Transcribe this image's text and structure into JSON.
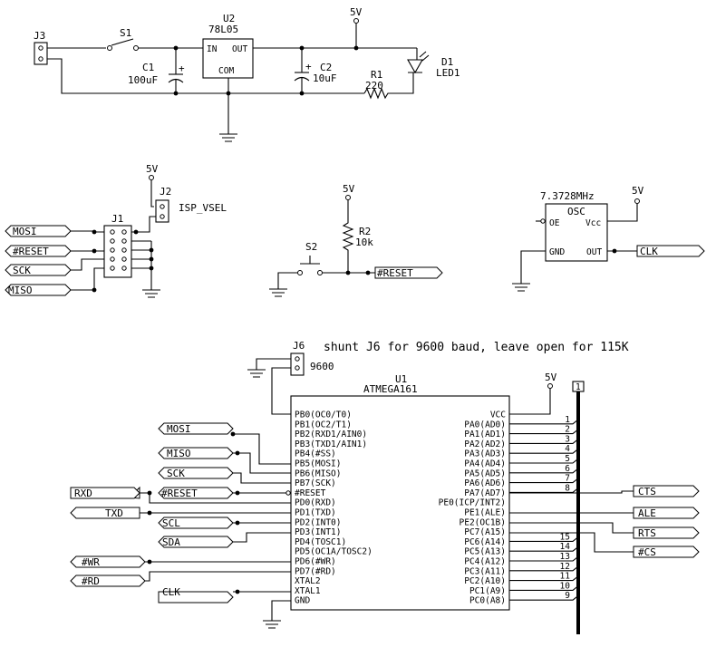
{
  "refs": {
    "j3": "J3",
    "s1": "S1",
    "u2": "U2",
    "u2_part": "78L05",
    "u2_in": "IN",
    "u2_out": "OUT",
    "u2_com": "COM",
    "c1": "C1",
    "c1_val": "100uF",
    "c2": "C2",
    "c2_val": "10uF",
    "r1": "R1",
    "r1_val": "220",
    "d1": "D1",
    "d1_val": "LED1",
    "vcc_top": "5V",
    "vcc_j2": "5V",
    "j2": "J2",
    "j2_val": "ISP_VSEL",
    "j1": "J1",
    "vcc_r2": "5V",
    "r2": "R2",
    "r2_val": "10k",
    "s2": "S2",
    "osc_freq": "7.3728MHz",
    "osc": "OSC",
    "osc_oe": "OE",
    "osc_vcc": "Vcc",
    "osc_gnd": "GND",
    "osc_out": "OUT",
    "vcc_osc": "5V",
    "j6": "J6",
    "j6_val": "9600",
    "note": "shunt J6 for 9600 baud, leave open for 115K",
    "u1": "U1",
    "u1_part": "ATMEGA161",
    "vcc_u1": "5V",
    "bus_mark": "1"
  },
  "ports": {
    "mosi": "MOSI",
    "reset": "#RESET",
    "sck": "SCK",
    "miso": "MISO",
    "reset_s2": "#RESET",
    "clk": "CLK",
    "u_mosi": "MOSI",
    "u_miso": "MISO",
    "u_sck": "SCK",
    "u_reset": "#RESET",
    "rxd": "RXD",
    "txd": "TXD",
    "scl": "SCL",
    "sda": "SDA",
    "wr": "#WR",
    "rd": "#RD",
    "u_clk": "CLK",
    "cts": "CTS",
    "ale": "ALE",
    "rts": "RTS",
    "cs": "#CS"
  },
  "u1_left": [
    "PB0(OC0/T0)",
    "PB1(OC2/T1)",
    "PB2(RXD1/AIN0)",
    "PB3(TXD1/AIN1)",
    "PB4(#SS)",
    "PB5(MOSI)",
    "PB6(MISO)",
    "PB7(SCK)",
    "#RESET",
    "PD0(RXD)",
    "PD1(TXD)",
    "PD2(INT0)",
    "PD3(INT1)",
    "PD4(TOSC1)",
    "PD5(OC1A/TOSC2)",
    "PD6(#WR)",
    "PD7(#RD)",
    "XTAL2",
    "XTAL1",
    "GND"
  ],
  "u1_right": [
    "VCC",
    "PA0(AD0)",
    "PA1(AD1)",
    "PA2(AD2)",
    "PA3(AD3)",
    "PA4(AD4)",
    "PA5(AD5)",
    "PA6(AD6)",
    "PA7(AD7)",
    "PE0(ICP/INT2)",
    "PE1(ALE)",
    "PE2(OC1B)",
    "PC7(A15)",
    "PC6(A14)",
    "PC5(A13)",
    "PC4(A12)",
    "PC3(A11)",
    "PC2(A10)",
    "PC1(A9)",
    "PC0(A8)"
  ],
  "bus_numbers": [
    "1",
    "2",
    "3",
    "4",
    "5",
    "6",
    "7",
    "8",
    "",
    "",
    "",
    "",
    "15",
    "14",
    "13",
    "12",
    "11",
    "10",
    "9"
  ]
}
